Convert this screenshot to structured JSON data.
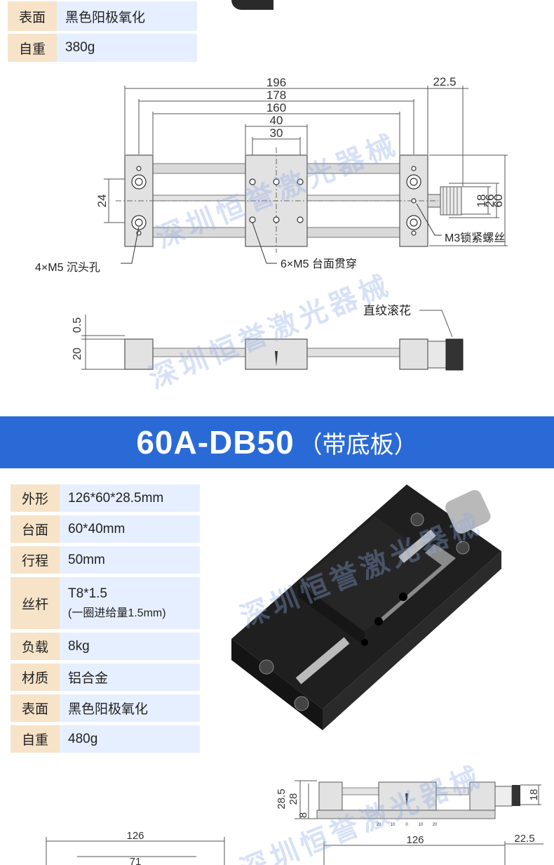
{
  "top_specs": [
    {
      "key": "表面",
      "value": "黑色阳极氧化"
    },
    {
      "key": "自重",
      "value": "380g"
    }
  ],
  "drawing1": {
    "dims": {
      "d196": "196",
      "d178": "178",
      "d160": "160",
      "d40": "40",
      "d30": "30",
      "d22_5": "22.5",
      "d24": "24",
      "d18": "18",
      "d26": "26",
      "d60": "60"
    },
    "callouts": {
      "m5_counter": "4×M5 沉头孔",
      "m5_through": "6×M5 台面贯穿",
      "m3_lock": "M3锁紧螺丝"
    }
  },
  "drawing2": {
    "dims": {
      "d0_5": "0.5",
      "d20": "20"
    },
    "callouts": {
      "knurl": "直纹滚花"
    }
  },
  "banner": {
    "model": "60A-DB50",
    "note": "（带底板）"
  },
  "specs": [
    {
      "key": "外形",
      "value": "126*60*28.5mm"
    },
    {
      "key": "台面",
      "value": "60*40mm"
    },
    {
      "key": "行程",
      "value": "50mm"
    },
    {
      "key": "丝杆",
      "value": "T8*1.5",
      "sub": "(一圈进给量1.5mm)"
    },
    {
      "key": "负载",
      "value": "8kg"
    },
    {
      "key": "材质",
      "value": "铝合金"
    },
    {
      "key": "表面",
      "value": "黑色阳极氧化"
    },
    {
      "key": "自重",
      "value": "480g"
    }
  ],
  "drawing3": {
    "dims": {
      "d28_5": "28.5",
      "d28": "28",
      "d8": "8",
      "d18": "18"
    },
    "scale": [
      "20",
      "10",
      "0",
      "10",
      "20"
    ]
  },
  "drawing4": {
    "dims": {
      "d126a": "126",
      "d71": "71",
      "d126b": "126",
      "d22_5": "22.5"
    }
  },
  "watermark": "深圳恒誉激光器械",
  "colors": {
    "banner": "#2a6ad6",
    "key_bg": "#f7e3c8",
    "value_bg": "#e6efff",
    "watermark": "#8caae6"
  }
}
